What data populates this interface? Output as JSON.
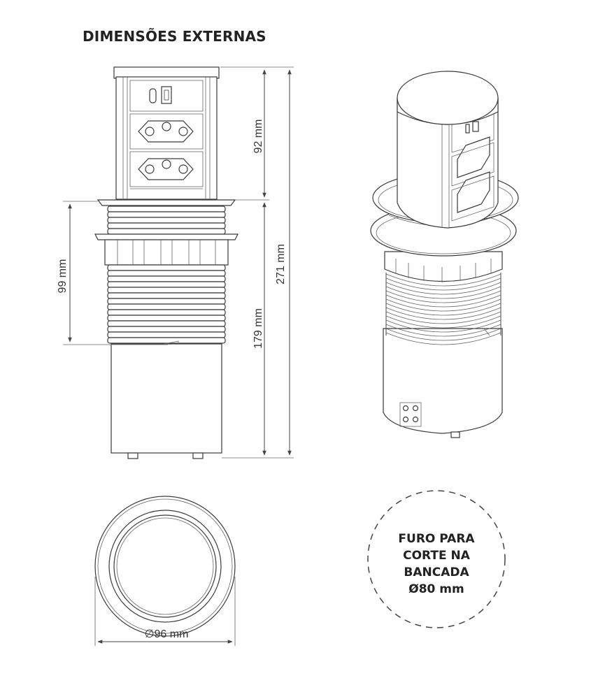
{
  "title": "DIMENSÕES EXTERNAS",
  "dimensions": {
    "top_height": "92 mm",
    "total_height": "271 mm",
    "flange_to_bottom": "179 mm",
    "thread_length": "99 mm",
    "diameter": "∅96 mm"
  },
  "hole_note": {
    "line1": "FURO PARA",
    "line2": "CORTE NA",
    "line3": "BANCADA",
    "line4": "Ø80 mm"
  },
  "colors": {
    "line": "#3a3a3a",
    "text": "#222222",
    "background": "#ffffff"
  }
}
